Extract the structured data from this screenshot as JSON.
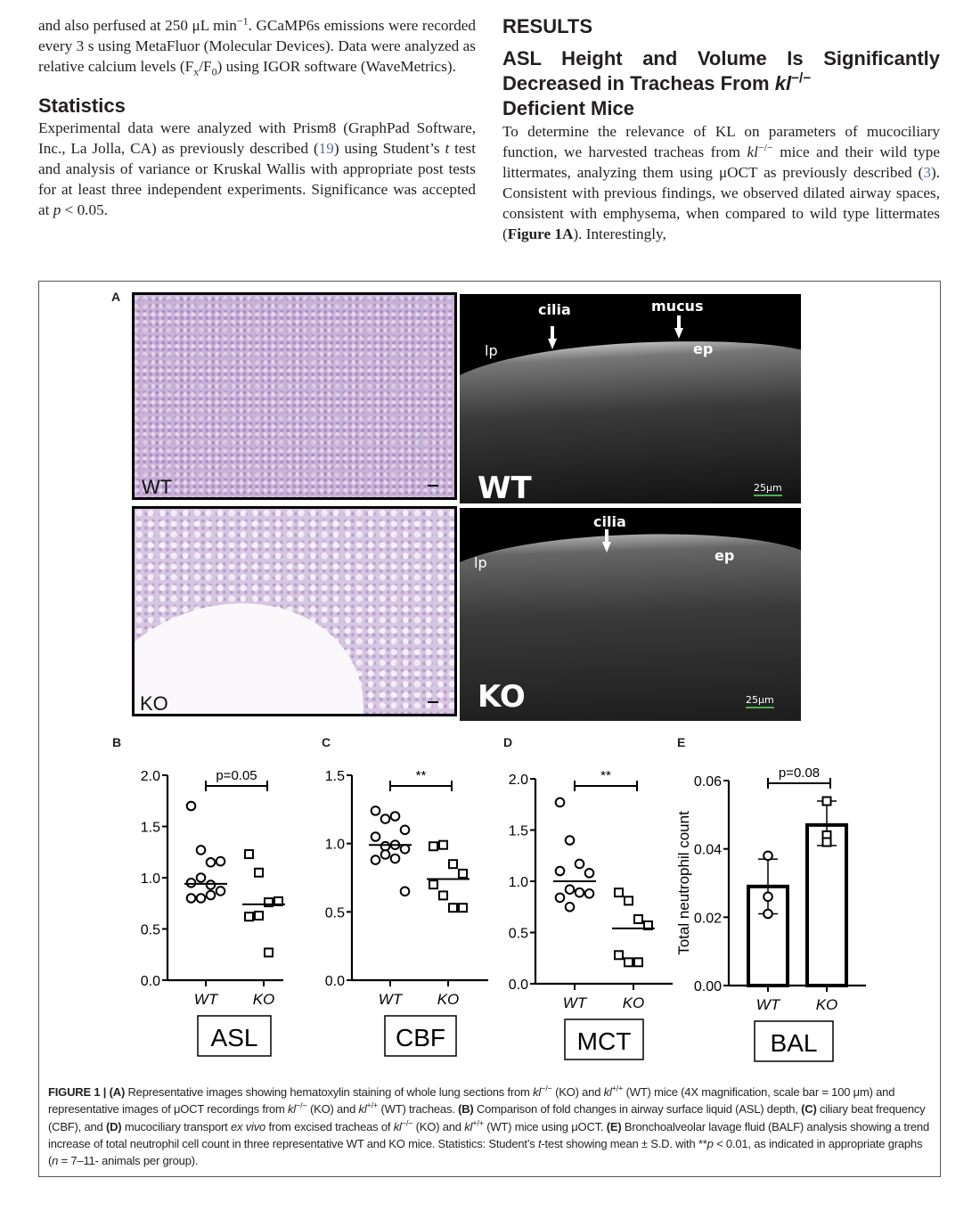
{
  "left_column": {
    "para1": [
      "and also perfused at 250 μL min",
      "−1",
      ". GCaMP6s emissions were recorded every 3 s using MetaFluor (Molecular Devices). Data were analyzed as relative calcium levels (F",
      "x",
      "/F",
      "0",
      ") using IGOR software (WaveMetrics)."
    ],
    "heading": "Statistics",
    "para2": [
      "Experimental data were analyzed with Prism8 (GraphPad Software, Inc., La Jolla, CA) as previously described (",
      "19",
      ") using Student’s ",
      "t",
      " test and analysis of variance or Kruskal Wallis with appropriate post tests for at least three independent experiments. Significance was accepted at ",
      "p",
      " < 0.05."
    ]
  },
  "right_column": {
    "section": "RESULTS",
    "subheading": [
      "ASL Height and Volume Is Significantly Decreased in Tracheas From ",
      "kl",
      "−/−",
      " Deficient Mice"
    ],
    "para": [
      "To determine the relevance of KL on parameters of mucociliary function, we harvested tracheas from ",
      "kl",
      "−/−",
      " mice and their wild type littermates, analyzing them using μOCT as previously described (",
      "3",
      "). Consistent with previous findings, we observed dilated airway spaces, consistent with emphysema, when compared to wild type littermates (",
      "Figure 1A",
      "). Interestingly,"
    ]
  },
  "figure": {
    "panel_labels": [
      "A",
      "B",
      "C",
      "D",
      "E"
    ],
    "panel_a": {
      "histo_wt_label": "WT",
      "histo_ko_label": "KO",
      "oct_wt_label": "WT",
      "oct_ko_label": "KO",
      "cilia": "cilia",
      "mucus": "mucus",
      "lp": "lp",
      "ep": "ep",
      "scale": "25μm"
    }
  },
  "chart_data": [
    {
      "type": "scatter",
      "panel": "B",
      "title": "ASL",
      "categories": [
        "WT",
        "KO"
      ],
      "ylim": [
        0,
        2.0
      ],
      "yticks": [
        "0.0",
        "0.5",
        "1.0",
        "1.5",
        "2.0"
      ],
      "series": [
        {
          "name": "WT",
          "marker": "circle",
          "values": [
            1.7,
            1.27,
            1.15,
            1.16,
            0.95,
            1.0,
            0.93,
            0.87,
            0.8,
            0.8,
            0.83
          ],
          "mean": 0.94
        },
        {
          "name": "KO",
          "marker": "square",
          "values": [
            1.23,
            1.05,
            0.76,
            0.77,
            0.62,
            0.63,
            0.27
          ],
          "mean": 0.74
        }
      ],
      "significance": "p=0.05"
    },
    {
      "type": "scatter",
      "panel": "C",
      "title": "CBF",
      "categories": [
        "WT",
        "KO"
      ],
      "ylim": [
        0,
        1.5
      ],
      "yticks": [
        "0.0",
        "0.5",
        "1.0",
        "1.5"
      ],
      "series": [
        {
          "name": "WT",
          "marker": "circle",
          "values": [
            1.24,
            1.18,
            1.2,
            1.1,
            1.05,
            0.98,
            0.99,
            0.96,
            0.88,
            0.92,
            0.89,
            0.65
          ],
          "mean": 0.99
        },
        {
          "name": "KO",
          "marker": "square",
          "values": [
            0.98,
            0.99,
            0.85,
            0.78,
            0.7,
            0.62,
            0.53,
            0.53
          ],
          "mean": 0.74
        }
      ],
      "significance": "**"
    },
    {
      "type": "scatter",
      "panel": "D",
      "title": "MCT",
      "categories": [
        "WT",
        "KO"
      ],
      "ylim": [
        0,
        2.0
      ],
      "yticks": [
        "0.0",
        "0.5",
        "1.0",
        "1.5",
        "2.0"
      ],
      "series": [
        {
          "name": "WT",
          "marker": "circle",
          "values": [
            1.77,
            1.4,
            1.17,
            1.08,
            1.1,
            0.92,
            0.89,
            0.88,
            0.84,
            0.75
          ],
          "mean": 1.0
        },
        {
          "name": "KO",
          "marker": "square",
          "values": [
            0.89,
            0.81,
            0.63,
            0.57,
            0.28,
            0.21,
            0.21
          ],
          "mean": 0.54
        }
      ],
      "significance": "**"
    },
    {
      "type": "bar",
      "panel": "E",
      "title": "BAL",
      "ylabel": "Total neutrophil count",
      "categories": [
        "WT",
        "KO"
      ],
      "ylim": [
        0,
        0.06
      ],
      "yticks": [
        "0.00",
        "0.02",
        "0.04",
        "0.06"
      ],
      "series": [
        {
          "name": "WT",
          "marker": "circle",
          "values": [
            0.038,
            0.026,
            0.021
          ],
          "mean": 0.029,
          "sd": [
            0.021,
            0.037
          ]
        },
        {
          "name": "KO",
          "marker": "square",
          "values": [
            0.054,
            0.044,
            0.042
          ],
          "mean": 0.047,
          "sd": [
            0.041,
            0.054
          ]
        }
      ],
      "significance": "p=0.08"
    }
  ],
  "caption": {
    "label": "FIGURE 1 | ",
    "segments": [
      [
        "b",
        "(A)"
      ],
      [
        "t",
        " Representative images showing hematoxylin staining of whole lung sections from "
      ],
      [
        "i",
        "kl"
      ],
      [
        "s",
        "−/−"
      ],
      [
        "t",
        " (KO) and "
      ],
      [
        "i",
        "kl"
      ],
      [
        "s",
        "+/+"
      ],
      [
        "t",
        " (WT) mice (4X magnification, scale bar = 100 μm) and representative images of μOCT recordings from "
      ],
      [
        "i",
        "kl"
      ],
      [
        "s",
        "−/−"
      ],
      [
        "t",
        " (KO) and "
      ],
      [
        "i",
        "kl"
      ],
      [
        "s",
        "+/+"
      ],
      [
        "t",
        " (WT) tracheas. "
      ],
      [
        "b",
        "(B)"
      ],
      [
        "t",
        " Comparison of fold changes in airway surface liquid (ASL) depth, "
      ],
      [
        "b",
        "(C)"
      ],
      [
        "t",
        " ciliary beat frequency (CBF), and "
      ],
      [
        "b",
        "(D)"
      ],
      [
        "t",
        " mucociliary transport "
      ],
      [
        "i",
        "ex vivo"
      ],
      [
        "t",
        " from excised tracheas of "
      ],
      [
        "i",
        "kl"
      ],
      [
        "s",
        "−/−"
      ],
      [
        "t",
        " (KO) and "
      ],
      [
        "i",
        "kl"
      ],
      [
        "s",
        "+/+"
      ],
      [
        "t",
        " (WT) mice using μOCT. "
      ],
      [
        "b",
        "(E)"
      ],
      [
        "t",
        " Bronchoalveolar lavage fluid (BALF) analysis showing a trend increase of total neutrophil cell count in three representative WT and KO mice. Statistics: Student’s "
      ],
      [
        "i",
        "t"
      ],
      [
        "t",
        "-test showing mean ± S.D. with **"
      ],
      [
        "i",
        "p"
      ],
      [
        "t",
        " < 0.01, as indicated in appropriate graphs ("
      ],
      [
        "i",
        "n"
      ],
      [
        "t",
        " = 7–11- animals per group)."
      ]
    ]
  }
}
